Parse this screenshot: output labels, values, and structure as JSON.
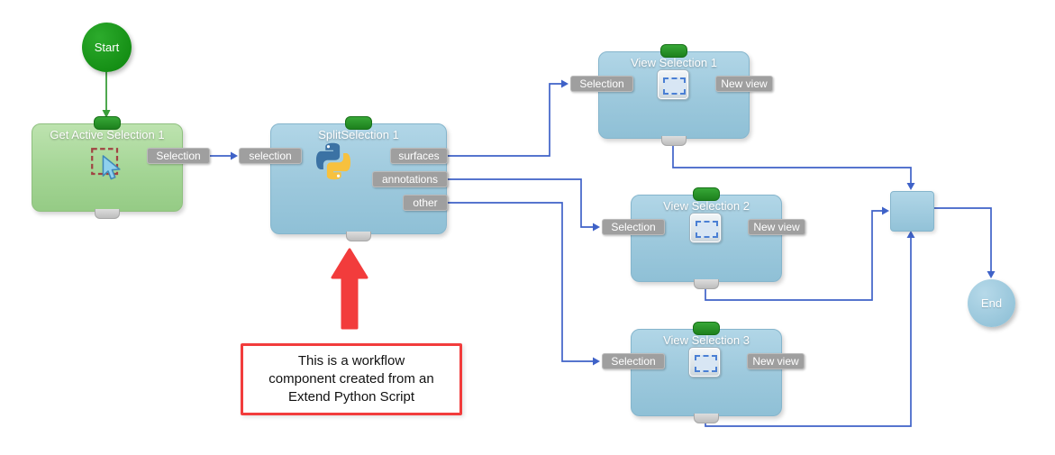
{
  "nodes": {
    "start": {
      "label": "Start"
    },
    "get_active_selection": {
      "title": "Get Active Selection 1",
      "output": "Selection"
    },
    "split_selection": {
      "title": "SplitSelection 1",
      "input": "selection",
      "outputs": [
        "surfaces",
        "annotations",
        "other"
      ]
    },
    "view_selection_1": {
      "title": "View Selection 1",
      "input": "Selection",
      "output": "New view"
    },
    "view_selection_2": {
      "title": "View Selection 2",
      "input": "Selection",
      "output": "New view"
    },
    "view_selection_3": {
      "title": "View Selection 3",
      "input": "Selection",
      "output": "New view"
    },
    "end": {
      "label": "End"
    }
  },
  "callout": {
    "lines": [
      "This is a workflow",
      "component created from an",
      "Extend Python Script"
    ]
  },
  "icons": {
    "get_active_selection": "selection-cursor-icon",
    "split_selection": "python-logo-icon",
    "view_selection": "marquee-selection-icon"
  },
  "colors": {
    "start_node": "#129412",
    "end_node": "#9cc8dc",
    "green_node": "#a4d595",
    "blue_node": "#9cc8dc",
    "port_label": "#9f9f9f",
    "wire_blue": "#3f62c8",
    "wire_green": "#3a9e3a",
    "annotation_red": "#f23c3c",
    "python_blue": "#3b72a4",
    "python_yellow": "#f7c13e"
  }
}
